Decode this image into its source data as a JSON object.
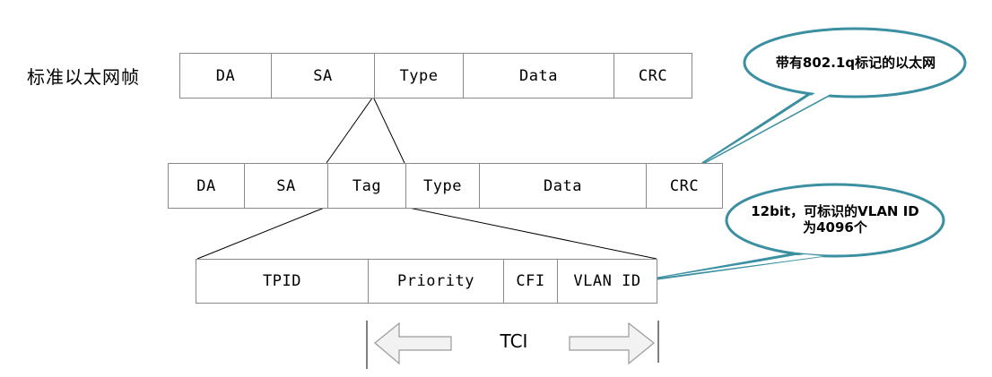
{
  "title": "标准以太网帧",
  "standard_frame": [
    "DA",
    "SA",
    "Type",
    "Data",
    "CRC"
  ],
  "tagged_frame": [
    "DA",
    "SA",
    "Tag",
    "Type",
    "Data",
    "CRC"
  ],
  "tag_fields": [
    "TPID",
    "Priority",
    "CFI",
    "VLAN ID"
  ],
  "tci_label": "TCI",
  "callouts": {
    "tagged_frame_note": "带有802.1q标记的以太网",
    "vlan_id_note_line1": "12bit，可标识的VLAN ID",
    "vlan_id_note_line2": "为4096个"
  },
  "colors": {
    "callout_fill": "#ffffff",
    "callout_stroke": "#3a8fa0",
    "arrow_fill": "#f2f2f2",
    "arrow_stroke": "#9a9a9a",
    "cell_border": "#8a8a8a"
  }
}
